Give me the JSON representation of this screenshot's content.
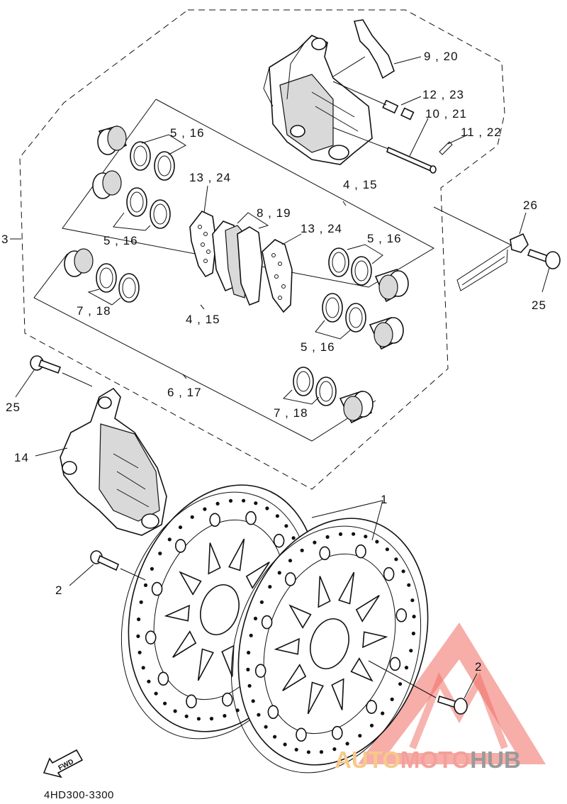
{
  "labels": {
    "l_9_20": "9 , 20",
    "l_12_23": "12 , 23",
    "l_10_21": "10 , 21",
    "l_11_22": "11 , 22",
    "l_5_16_a": "5 , 16",
    "l_13_24_a": "13 , 24",
    "l_4_15_a": "4 , 15",
    "l_26": "26",
    "l_3": "3",
    "l_8_19": "8 , 19",
    "l_13_24_b": "13 , 24",
    "l_5_16_b": "5 , 16",
    "l_5_16_c": "5 , 16",
    "l_25_a": "25",
    "l_7_18_a": "7 , 18",
    "l_4_15_b": "4 , 15",
    "l_5_16_d": "5 , 16",
    "l_25_b": "25",
    "l_6_17": "6 , 17",
    "l_7_18_b": "7 , 18",
    "l_14": "14",
    "l_1": "1",
    "l_2_a": "2",
    "l_2_b": "2"
  },
  "fwd_label": "FWD",
  "diagram_code": "4HD300-3300",
  "watermark": {
    "part1": "AUTO",
    "part2": "MOTO",
    "part3": "HUB",
    "color1": "#f7c98a",
    "color2": "#f3a09a",
    "color3": "#9a9a9a",
    "triangle_color": "#f06a60"
  }
}
